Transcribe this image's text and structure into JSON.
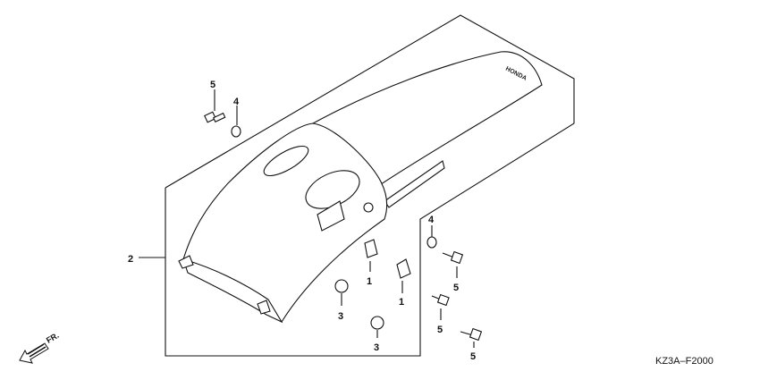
{
  "diagram": {
    "diagram_code": "KZ3A–F2000",
    "direction_label": "FR.",
    "brand_mark": "HONDA",
    "callouts": {
      "fender_assembly": "2",
      "bolt_upper_left": "5",
      "washer_upper_left": "4",
      "clip_nut_left": "1",
      "clip_nut_right": "1",
      "grommet_left": "3",
      "grommet_right": "3",
      "washer_right": "4",
      "bolt_right_upper": "5",
      "bolt_right_mid": "5",
      "bolt_right_lower": "5"
    }
  }
}
